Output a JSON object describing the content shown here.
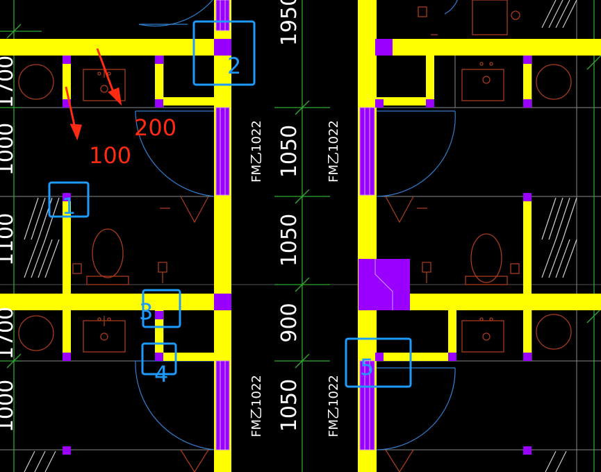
{
  "drawing": {
    "dimensions": [
      "1950",
      "1050",
      "1050",
      "900",
      "1050"
    ],
    "left_dimensions": [
      "1700",
      "1000",
      "1100",
      "1700",
      "1000"
    ],
    "door_labels": [
      "FM乙1022",
      "FM乙1022",
      "FM乙1022",
      "FM乙1022"
    ],
    "markers": [
      "1",
      "2",
      "3",
      "4",
      "5"
    ],
    "annotations": [
      "100",
      "200"
    ],
    "colors": {
      "background": "#000000",
      "wall": "#ffff00",
      "column": "#9a00ff",
      "marker": "#1e9bff",
      "annotation": "#ff2a12",
      "fixture": "#a83a1e",
      "dimension_line": "#2eaa2e"
    }
  }
}
